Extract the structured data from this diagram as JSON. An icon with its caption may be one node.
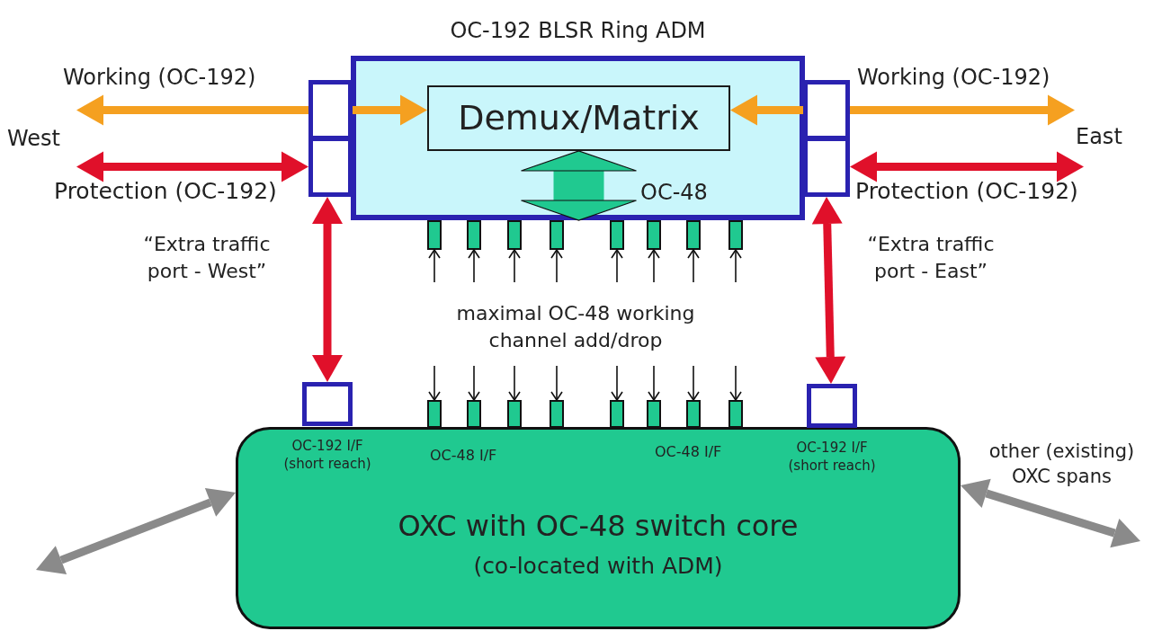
{
  "diagram": {
    "nodes": [
      {
        "text": [
          "OC-192 BLSR Ring ADM"
        ]
      },
      {
        "text": [
          "Demux/Matrix"
        ],
        "in": 0
      },
      {
        "text": [],
        "shape": "box"
      },
      {
        "text": [],
        "shape": "box"
      },
      {
        "text": [],
        "shape": "box"
      },
      {
        "text": [],
        "shape": "box"
      },
      {
        "text": [
          "OXC with OC-48 switch core",
          "(co-located with ADM)"
        ]
      },
      {
        "text": [],
        "shape": "box"
      },
      {
        "text": [],
        "shape": "box"
      },
      {
        "text": [],
        "shape": "box"
      },
      {
        "text": [],
        "shape": "box"
      },
      {
        "text": [],
        "shape": "box"
      },
      {
        "text": [],
        "shape": "box"
      },
      {
        "text": [],
        "shape": "box"
      },
      {
        "text": [],
        "shape": "box"
      },
      {
        "text": [],
        "shape": "box"
      },
      {
        "text": [],
        "shape": "box"
      },
      {
        "text": [],
        "shape": "box"
      },
      {
        "text": [],
        "shape": "box"
      },
      {
        "text": [],
        "shape": "box"
      },
      {
        "text": [],
        "shape": "box"
      },
      {
        "text": [],
        "shape": "box"
      },
      {
        "text": [],
        "shape": "box"
      },
      {
        "text": [],
        "shape": "box"
      },
      {
        "text": [],
        "shape": "box"
      }
    ],
    "edges": [
      {
        "from": 2,
        "to": null,
        "arrow": "to",
        "label": "Working (OC-192)",
        "style": "thick",
        "color": "#f5a020"
      },
      {
        "from": null,
        "to": 3,
        "arrow": "both",
        "label": "Protection (OC-192)",
        "style": "thick",
        "color": "#e0102a"
      },
      {
        "from": 4,
        "to": null,
        "arrow": "to",
        "label": "Working (OC-192)",
        "style": "thick",
        "color": "#f5a020"
      },
      {
        "from": 5,
        "to": null,
        "arrow": "both",
        "label": "Protection (OC-192)",
        "style": "thick",
        "color": "#e0102a"
      },
      {
        "from": 7,
        "to": 3,
        "arrow": "both",
        "label": "“Extra traffic port - West”",
        "style": "thick",
        "color": "#e0102a"
      },
      {
        "from": 8,
        "to": 5,
        "arrow": "both",
        "label": "“Extra traffic port - East”",
        "style": "thick",
        "color": "#e0102a"
      },
      {
        "from": 1,
        "to": 0,
        "arrow": "both",
        "label": "OC-48",
        "style": "thick",
        "color": "#20c990"
      },
      {
        "from": null,
        "to": 9,
        "arrow": "to"
      },
      {
        "from": null,
        "to": 10,
        "arrow": "to"
      },
      {
        "from": null,
        "to": 11,
        "arrow": "to"
      },
      {
        "from": null,
        "to": 12,
        "arrow": "to"
      },
      {
        "from": null,
        "to": 13,
        "arrow": "to"
      },
      {
        "from": null,
        "to": 14,
        "arrow": "to"
      },
      {
        "from": null,
        "to": 15,
        "arrow": "to"
      },
      {
        "from": null,
        "to": 16,
        "arrow": "to"
      },
      {
        "from": null,
        "to": 17,
        "arrow": "to"
      },
      {
        "from": null,
        "to": 18,
        "arrow": "to"
      },
      {
        "from": null,
        "to": 19,
        "arrow": "to"
      },
      {
        "from": null,
        "to": 20,
        "arrow": "to"
      },
      {
        "from": null,
        "to": 21,
        "arrow": "to"
      },
      {
        "from": null,
        "to": 22,
        "arrow": "to"
      },
      {
        "from": null,
        "to": 23,
        "arrow": "to"
      },
      {
        "from": null,
        "to": 24,
        "arrow": "to"
      },
      {
        "from": null,
        "to": 6,
        "arrow": "both",
        "style": "thick",
        "color": "#8a8a8a"
      },
      {
        "from": 6,
        "to": null,
        "arrow": "both",
        "label": "other (existing) OXC spans",
        "style": "thick",
        "color": "#8a8a8a"
      },
      {
        "from": 2,
        "to": 1,
        "arrow": "to",
        "style": "thick",
        "color": "#f5a020"
      },
      {
        "from": 4,
        "to": 1,
        "arrow": "to",
        "style": "thick",
        "color": "#f5a020"
      }
    ],
    "labels": [
      "West",
      "East",
      "maximal OC-48 working channel add/drop",
      "OC-192 I/F (short reach)",
      "OC-48 I/F",
      "OC-48 I/F",
      "OC-192 I/F (short reach)"
    ]
  }
}
